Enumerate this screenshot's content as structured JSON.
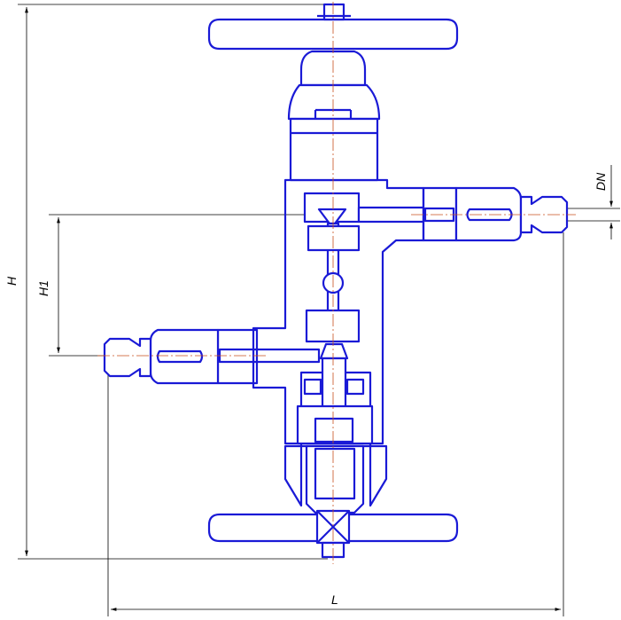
{
  "dimensions": {
    "overall_height": "H",
    "inlet_height": "H1",
    "length": "L",
    "nominal_diameter": "DN"
  },
  "colors": {
    "outline": "#1a1ad6",
    "dimension_lines": "#000000",
    "centerline": "#c8501e",
    "background": "#ffffff"
  }
}
